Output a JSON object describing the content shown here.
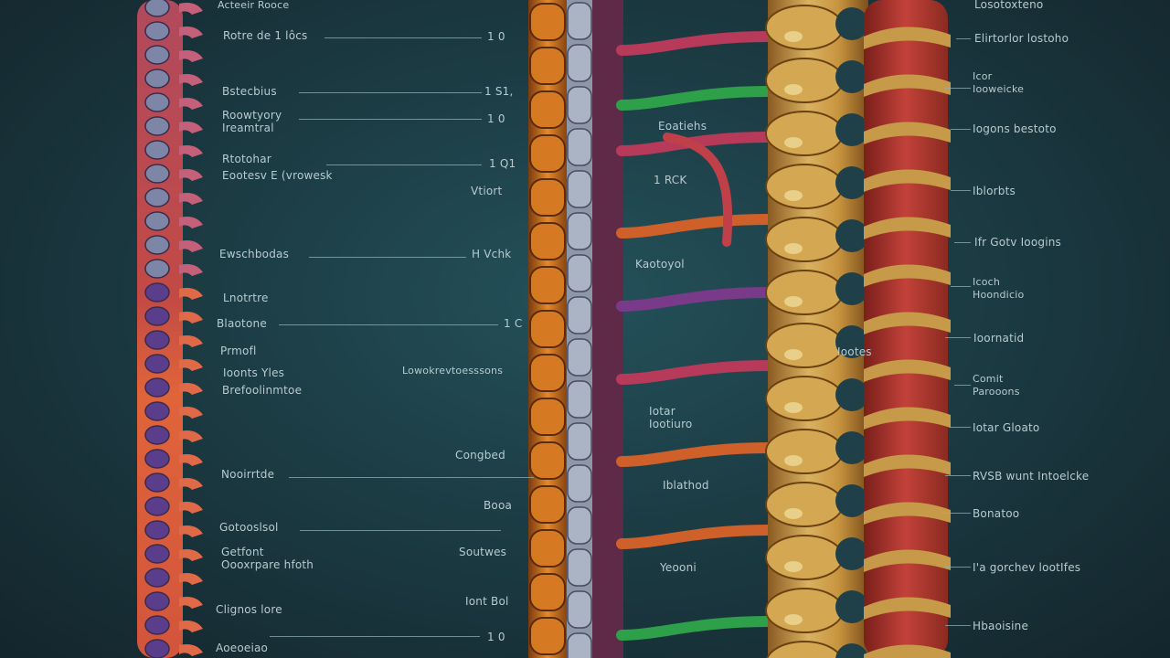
{
  "left_labels": [
    {
      "text": "Acteeir Rooce"
    },
    {
      "text": "Rotre de 1 lôcs"
    },
    {
      "text": "Bstecbius"
    },
    {
      "text": "Roowtyory Ireamtral"
    },
    {
      "text": "Rtotohar"
    },
    {
      "text": "Eootesv E (vrowesk"
    },
    {
      "text": "Ewschbodas"
    },
    {
      "text": "Lnotrtre"
    },
    {
      "text": "Blaotone"
    },
    {
      "text": "Prmofl"
    },
    {
      "text": "Ioonts Yles"
    },
    {
      "text": "Brefoolinmtoe"
    },
    {
      "text": "Nooirrtde"
    },
    {
      "text": "Gotooslsol"
    },
    {
      "text": "Getfont Oooxrpare hfoth"
    },
    {
      "text": "Clignos lore"
    },
    {
      "text": "Aoeoeiao"
    }
  ],
  "center_labels": [
    {
      "text": "1 0"
    },
    {
      "text": "1 S1,"
    },
    {
      "text": "1 0"
    },
    {
      "text": "1 Q1"
    },
    {
      "text": "Vtiort"
    },
    {
      "text": "H Vchk"
    },
    {
      "text": "1 C"
    },
    {
      "text": "Lowokrevtoesssons"
    },
    {
      "text": "Congbed"
    },
    {
      "text": "Booa"
    },
    {
      "text": "Soutwes"
    },
    {
      "text": "Iont Bol"
    },
    {
      "text": "1 0"
    }
  ],
  "inner_labels": [
    {
      "text": "Eoatiehs"
    },
    {
      "text": "1 RCK"
    },
    {
      "text": "Kaotoyol"
    },
    {
      "text": "Iootes"
    },
    {
      "text": "Iotar Iootiuro"
    },
    {
      "text": "Iblathod"
    },
    {
      "text": "Yeooni"
    }
  ],
  "right_labels": [
    {
      "text": "Losotoxteno"
    },
    {
      "text": "Elirtorlor lostoho"
    },
    {
      "text": "Icor Iooweicke"
    },
    {
      "text": "Iogons bestoto"
    },
    {
      "text": "Iblorbts"
    },
    {
      "text": "Ifr Gotv Ioogins"
    },
    {
      "text": "Icoch Hoondicio"
    },
    {
      "text": "Ioornatid"
    },
    {
      "text": "Comit Parooons"
    },
    {
      "text": "Iotar Gloato"
    },
    {
      "text": "RVSB wunt Intoelcke"
    },
    {
      "text": "Bonatoo"
    },
    {
      "text": "I'a gorchev lootIfes"
    },
    {
      "text": "Hbaoisine"
    }
  ]
}
